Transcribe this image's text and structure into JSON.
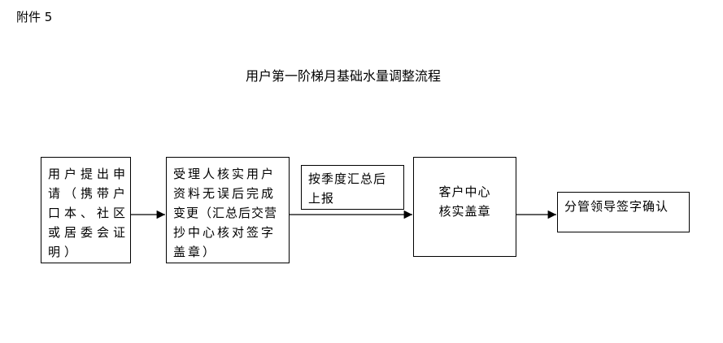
{
  "attachment_label": "附件 5",
  "title": "用户第一阶梯月基础水量调整流程",
  "steps": [
    {
      "lines": [
        "用户提出申",
        "请（携带户",
        "口本、社区",
        "或居委会证",
        "明）"
      ]
    },
    {
      "lines": [
        "受理人核实用户",
        "资料无误后完成",
        "变更（汇总后交营",
        "抄中心核对签字",
        "盖章）"
      ]
    },
    {
      "lines": [
        "客户中心",
        "核实盖章"
      ]
    },
    {
      "lines": [
        "分管领导签字确认"
      ]
    }
  ],
  "edge_label": {
    "lines": [
      "按季度汇总后",
      "上报"
    ]
  }
}
